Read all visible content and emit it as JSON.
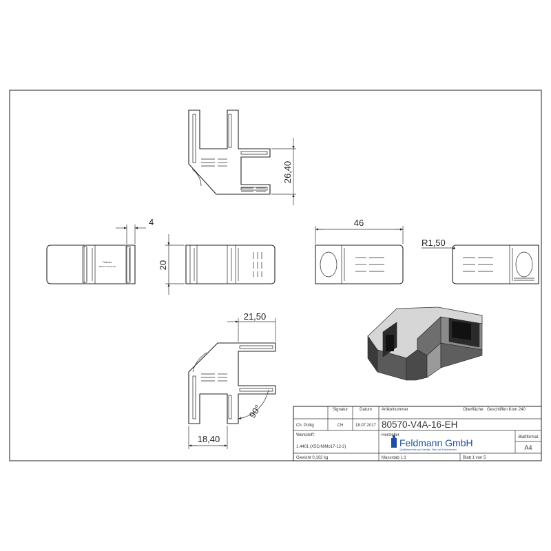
{
  "dimensions": {
    "height_right": "26,40",
    "thickness": "4",
    "width": "20",
    "length": "46",
    "radius": "R1,50",
    "top_offset": "21,50",
    "bottom_offset": "18,40",
    "angle": "90°"
  },
  "part_marking": {
    "line1": "Feldmann",
    "line2": "80570-V4A-16-EH"
  },
  "title_block": {
    "h_signatur": "Signatur",
    "h_datum": "Datum",
    "h_artikel": "Artikelnummer",
    "h_oberflaeche": "Oberfläche:",
    "oberflaeche_value": "Geschliffen Korn 240",
    "author": "Ch. Pollig",
    "signatur": "CH",
    "date": "18.07.2017",
    "article_number": "80570-V4A-16-EH",
    "werkstoff_label": "Werkstoff:",
    "werkstoff_value": "1.4401 (X5CrNiMo17-12-2)",
    "hersteller_label": "Hersteller",
    "company_name": "Feldmann GmbH",
    "company_tagline": "Qualitätsprodukte aus Edelstahl, Stahl und Schmiedeeisen",
    "blattformat_label": "Blattformat",
    "blattformat_value": "A4",
    "gewicht": "Gewicht 0,102 kg",
    "massstab": "Massstab 1:1",
    "blatt": "Blatt 1 von 5"
  },
  "colors": {
    "line": "#222222",
    "company_blue": "#1f4fa0",
    "iso_dark": "#3a3a3a",
    "iso_mid": "#6e6e6e",
    "iso_light": "#9a9a9a",
    "iso_top": "#d6d6d6"
  }
}
